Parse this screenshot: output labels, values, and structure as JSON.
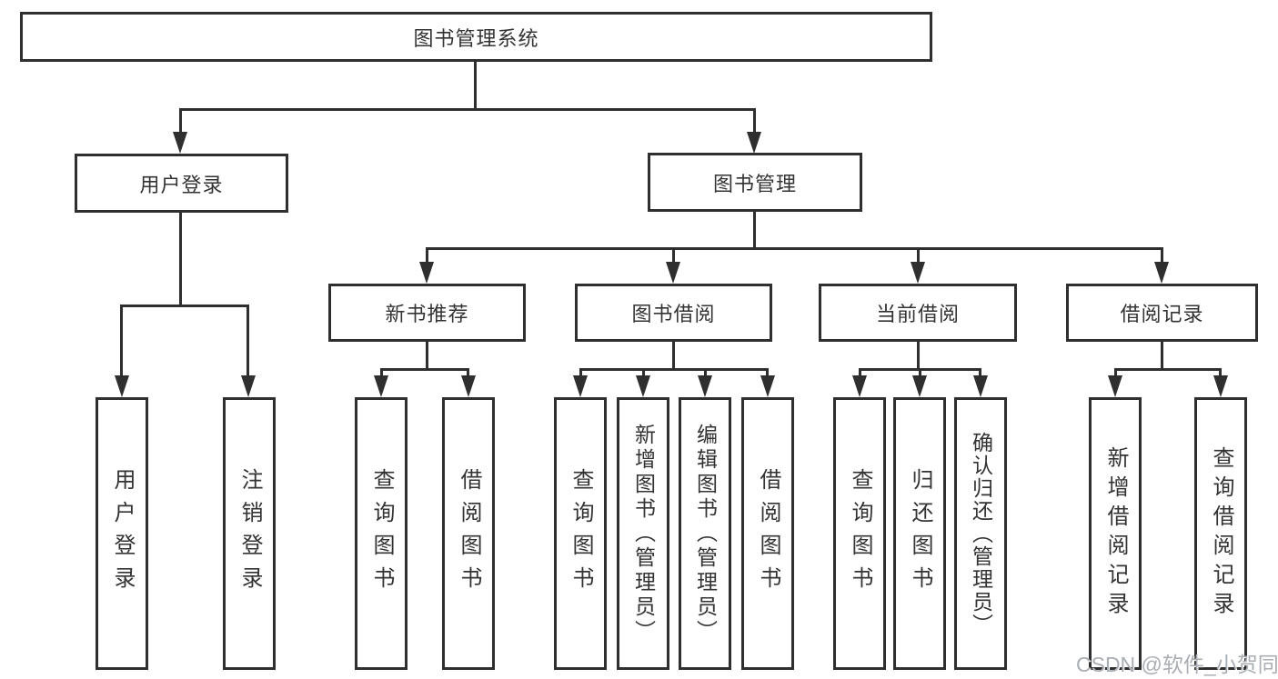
{
  "diagram": {
    "root": {
      "label": "图书管理系统"
    },
    "level2": [
      {
        "label": "用户登录"
      },
      {
        "label": "图书管理"
      }
    ],
    "level3": [
      {
        "label": "新书推荐"
      },
      {
        "label": "图书借阅"
      },
      {
        "label": "当前借阅"
      },
      {
        "label": "借阅记录"
      }
    ],
    "leaves": [
      {
        "label": "用户登录",
        "parent": "用户登录"
      },
      {
        "label": "注销登录",
        "parent": "用户登录"
      },
      {
        "label": "查询图书",
        "parent": "新书推荐"
      },
      {
        "label": "借阅图书",
        "parent": "新书推荐"
      },
      {
        "label": "查询图书",
        "parent": "图书借阅"
      },
      {
        "label": "新增图书（管理员）",
        "parent": "图书借阅"
      },
      {
        "label": "编辑图书（管理员）",
        "parent": "图书借阅"
      },
      {
        "label": "借阅图书",
        "parent": "图书借阅"
      },
      {
        "label": "查询图书",
        "parent": "当前借阅"
      },
      {
        "label": "归还图书",
        "parent": "当前借阅"
      },
      {
        "label": "确认归还（管理员）",
        "parent": "当前借阅"
      },
      {
        "label": "新增借阅记录",
        "parent": "借阅记录"
      },
      {
        "label": "查询借阅记录",
        "parent": "借阅记录"
      }
    ],
    "watermark": "CSDN @软件_小贺同学",
    "colors": {
      "line": "#2f2f2f",
      "text": "#333333",
      "watermark": "#a9aeb4",
      "background": "#ffffff"
    }
  }
}
